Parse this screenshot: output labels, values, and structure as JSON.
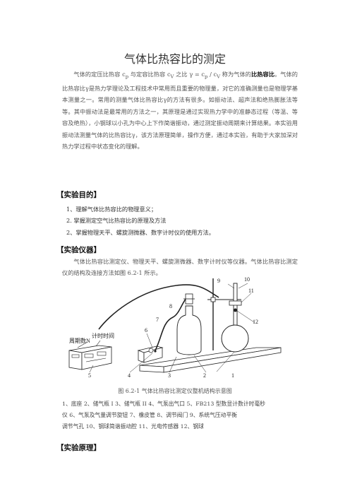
{
  "title": "气体比热容比的测定",
  "intro": {
    "p1": "气体的定压比热容 c",
    "p1_sub1": "p",
    "p2": " 与定容比热容 c",
    "p2_sub": "V",
    "p3": " 之比 γ = c",
    "p3_sub1": "p",
    "p4": " / c",
    "p4_sub": "V",
    "p5": " 称为气体的",
    "bold_term": "比热容比",
    "p6": "。气体的比热容比γ是热力学理论及工程技术中常用而且重要的物理量，对它的准确测量也是物理学基本测量之一。常用的测量气体比热容比γ的方法有很多。如振动法、超声法和绝热膨胀法等等。其中振动法是最常用的方法之一，其原理是通过实现热力学中的准静态过程（等温、等容及绝热），小钢球以小孔为中心上下作简谐振动，通过测定振动周期来计算结果。本实验用振动法测量气体的比热容比γ，该方法原理简单，操作方便，通过本实验，有助于大家加深对热力学过程中状态变化的理解。"
  },
  "section_purpose": {
    "heading": "【实验目的】",
    "items": [
      "1、理解气体比热容比的物理意义；",
      "2. 掌握测定空气比热容比的原理及方法",
      "2、掌握物理天平、螺旋测微器、数字计时仪的使用方法。"
    ]
  },
  "section_apparatus": {
    "heading": "【实验仪器】",
    "text": "气体比热容比测定仪、物理天平、螺旋测微器、数字计时仪等仪器。气体比热容比测定仪的结构及连接方法如图 6.2-1 所示。"
  },
  "figure": {
    "labels": {
      "period_count": "周期数N",
      "timing": "计时时间",
      "n1": "1",
      "n2": "2",
      "n3": "3",
      "n4": "4",
      "n5": "5",
      "n6": "6",
      "n7": "7",
      "n8": "8",
      "n9": "9",
      "n10": "10",
      "n11": "11",
      "n12": "12"
    },
    "caption": "图 6.2-1    气体比热容比测定仪整机结构示意图"
  },
  "legend": {
    "line1": "1、底座      2、储气瓶 I     3、储气瓶 II    4、气泵出气口      5、FB213 型数显计数计时毫秒",
    "line2": "仪         6、气泵及气量调节旋钮       7、橡皮管          8、调节阀门       9、系统气压动平衡",
    "line3": "调节气孔    10、钢球简谐振动腔       11、光电传感器       12、钢球"
  },
  "section_principle": {
    "heading": "【实验原理】"
  }
}
